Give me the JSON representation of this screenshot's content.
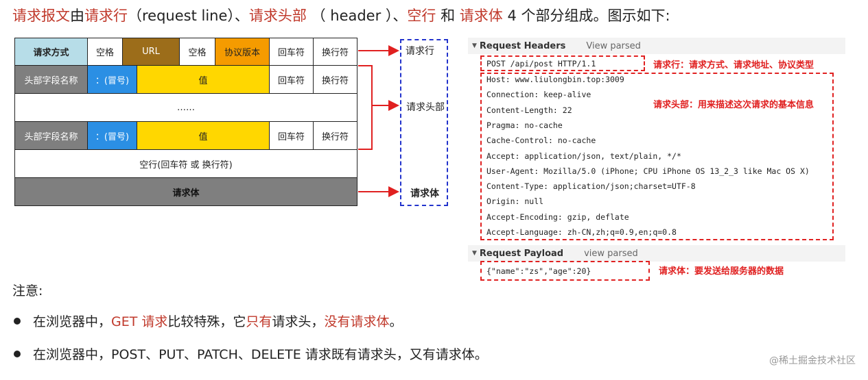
{
  "title": {
    "segments": [
      {
        "text": "请求报文",
        "hl": true
      },
      {
        "text": "由",
        "hl": false
      },
      {
        "text": "请求行",
        "hl": true
      },
      {
        "text": "（request line）、",
        "hl": false
      },
      {
        "text": "请求头部",
        "hl": true
      },
      {
        "text": " （ header ）、",
        "hl": false
      },
      {
        "text": "空行",
        "hl": true
      },
      {
        "text": " 和 ",
        "hl": false
      },
      {
        "text": "请求体",
        "hl": true
      },
      {
        "text": " 4 个部分组成。图示如下:",
        "hl": false
      }
    ]
  },
  "diagram": {
    "row1": {
      "method": "请求方式",
      "space1": "空格",
      "url": "URL",
      "space2": "空格",
      "version": "协议版本",
      "cr": "回车符",
      "lf": "换行符"
    },
    "header_row": {
      "name": "头部字段名称",
      "colon": "：(冒号)",
      "value": "值",
      "cr": "回车符",
      "lf": "换行符"
    },
    "ellipsis": "……",
    "blank_line": "空行(回车符 或 换行符)",
    "body": "请求体",
    "labels": {
      "request_line": "请求行",
      "request_headers": "请求头部",
      "request_body": "请求体"
    }
  },
  "devtools": {
    "request_headers_title": "Request Headers",
    "view_parsed": "View parsed",
    "request_line": "POST /api/post HTTP/1.1",
    "headers": [
      "Host: www.liulongbin.top:3009",
      "Connection: keep-alive",
      "Content-Length: 22",
      "Pragma: no-cache",
      "Cache-Control: no-cache",
      "Accept: application/json, text/plain, */*",
      "User-Agent: Mozilla/5.0 (iPhone; CPU iPhone OS 13_2_3 like Mac OS X)",
      "Content-Type: application/json;charset=UTF-8",
      "Origin: null",
      "Accept-Encoding: gzip, deflate",
      "Accept-Language: zh-CN,zh;q=0.9,en;q=0.8"
    ],
    "request_payload_title": "Request Payload",
    "view_parsed_lower": "view parsed",
    "payload": "{\"name\":\"zs\",\"age\":20}",
    "annotations": {
      "line": "请求行：请求方式、请求地址、协议类型",
      "headers": "请求头部：用来描述这次请求的基本信息",
      "body": "请求体：要发送给服务器的数据"
    }
  },
  "notes": {
    "heading": "注意:",
    "bullet1": [
      {
        "text": "在浏览器中，",
        "hl": false
      },
      {
        "text": "GET 请求",
        "hl": true
      },
      {
        "text": "比较特殊，它",
        "hl": false
      },
      {
        "text": "只有",
        "hl": true
      },
      {
        "text": "请求头，",
        "hl": false
      },
      {
        "text": "没有请求体",
        "hl": true
      },
      {
        "text": "。",
        "hl": false
      }
    ],
    "bullet2": "在浏览器中，POST、PUT、PATCH、DELETE 请求既有请求头，又有请求体。"
  },
  "watermark": "@稀土掘金技术社区",
  "colors": {
    "highlight": "#c0392b",
    "annotation_red": "#e02020",
    "bracket_blue": "#2233cc"
  }
}
